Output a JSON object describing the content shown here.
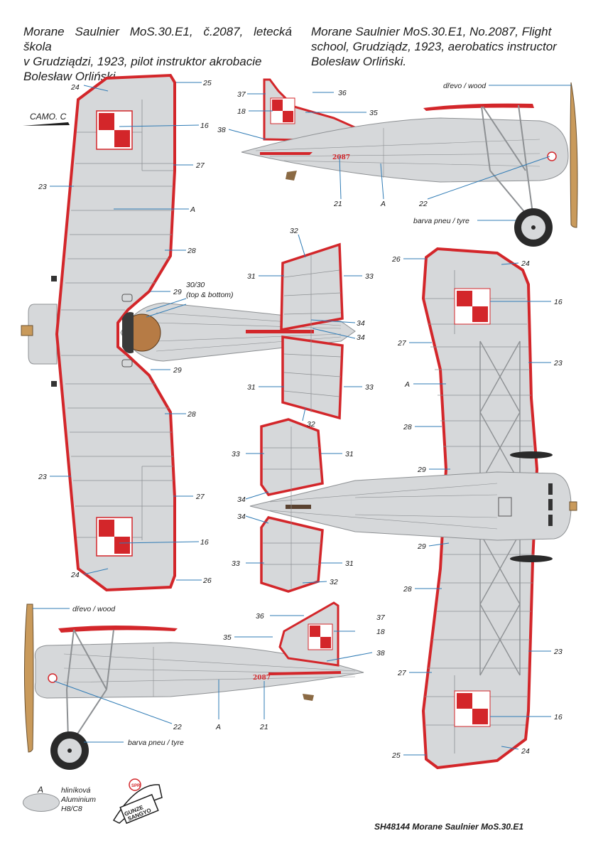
{
  "header": {
    "cz_lines": [
      "Morane Saulnier MoS.30.E1, č.2087, letecká škola",
      "v Grudziądzi, 1923, pilot instruktor akrobacie",
      "Bolesław Orliński."
    ],
    "en_lines": [
      "Morane Saulnier MoS.30.E1, No.2087, Flight",
      "school, Grudziądz, 1923, aerobatics instructor",
      "Bolesław Orliński."
    ]
  },
  "camo_label": "CAMO. C",
  "serial": "2087",
  "labels": {
    "wood": "dřevo / wood",
    "tyre": "barva pneu / tyre",
    "top_bottom_a": "30/30",
    "top_bottom_b": "(top & bottom)"
  },
  "callouts": {
    "n16": "16",
    "n18": "18",
    "n21": "21",
    "n22": "22",
    "n23": "23",
    "n24": "24",
    "n25": "25",
    "n26": "26",
    "n27": "27",
    "n28": "28",
    "n29": "29",
    "n31": "31",
    "n32": "32",
    "n33": "33",
    "n34": "34",
    "n35": "35",
    "n36": "36",
    "n37": "37",
    "n38": "38",
    "A": "A"
  },
  "legend": {
    "code": "A",
    "name_cz": "hliníková",
    "name_en": "Aluminium",
    "paint": "H8/C8"
  },
  "logo": {
    "line1": "GUNZE",
    "line2": "SANGYO",
    "badge": "SPR"
  },
  "footer": "SH48144 Morane Saulnier MoS.30.E1",
  "colors": {
    "aluminium": "#d6d8da",
    "red": "#d3262a",
    "wood": "#c99a5b",
    "line": "#2f7bb5",
    "panel": "#8d9093",
    "text": "#1c1c1c"
  }
}
